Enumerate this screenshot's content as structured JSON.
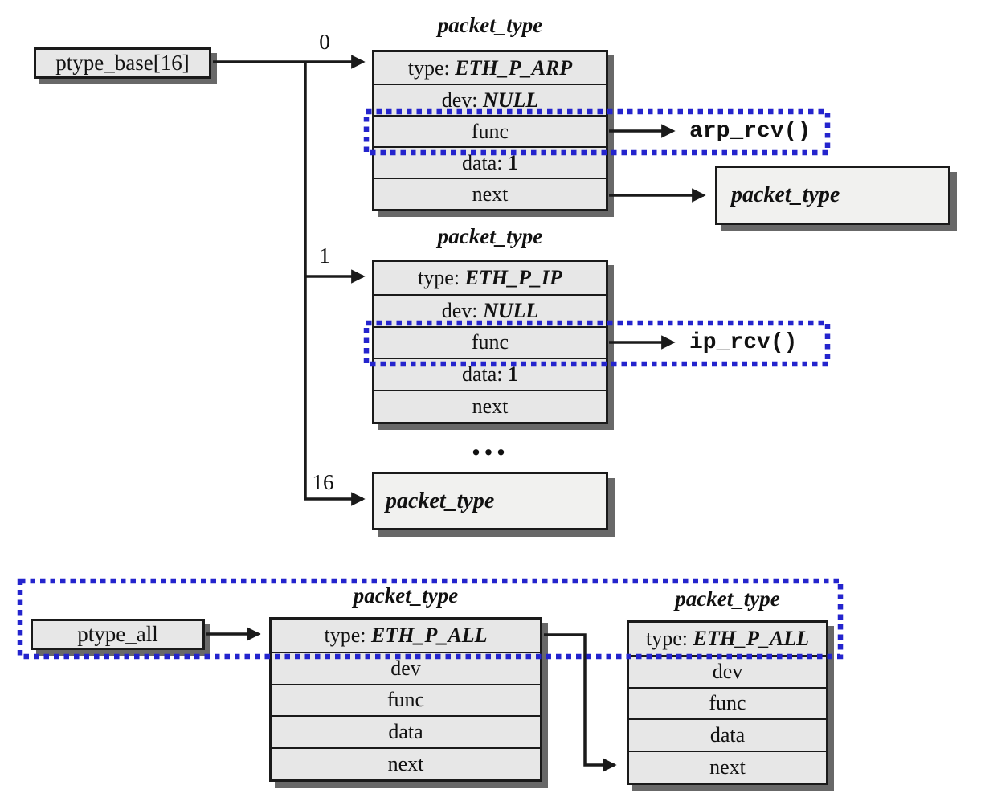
{
  "colors": {
    "highlight_blue": "#2424cd",
    "struct_fill": "#e7e7e7",
    "collapsed_fill": "#f1f1ef",
    "shadow_gray": "#686868",
    "line_black": "#1a1a1a"
  },
  "hash_table": {
    "base_label": "ptype_base[16]",
    "indices": [
      "0",
      "1",
      "16"
    ],
    "ellipsis": "...",
    "buckets": [
      {
        "title": "packet_type",
        "rows": [
          {
            "prefix": "type: ",
            "value": "ETH_P_ARP"
          },
          {
            "prefix": "dev: ",
            "value": "NULL"
          },
          {
            "label": "func"
          },
          {
            "prefix": "data: ",
            "value": "1"
          },
          {
            "label": "next"
          }
        ],
        "func_target": "arp_rcv()",
        "next_target": "packet_type"
      },
      {
        "title": "packet_type",
        "rows": [
          {
            "prefix": "type: ",
            "value": "ETH_P_IP"
          },
          {
            "prefix": "dev: ",
            "value": "NULL"
          },
          {
            "label": "func"
          },
          {
            "prefix": "data: ",
            "value": "1"
          },
          {
            "label": "next"
          }
        ],
        "func_target": "ip_rcv()"
      },
      {
        "title": "packet_type"
      }
    ]
  },
  "all_list": {
    "base_label": "ptype_all",
    "nodes": [
      {
        "title": "packet_type",
        "rows": [
          {
            "prefix": "type: ",
            "value": "ETH_P_ALL"
          },
          {
            "label": "dev"
          },
          {
            "label": "func"
          },
          {
            "label": "data"
          },
          {
            "label": "next"
          }
        ]
      },
      {
        "title": "packet_type",
        "rows": [
          {
            "prefix": "type: ",
            "value": "ETH_P_ALL"
          },
          {
            "label": "dev"
          },
          {
            "label": "func"
          },
          {
            "label": "data"
          },
          {
            "label": "next"
          }
        ]
      }
    ]
  }
}
